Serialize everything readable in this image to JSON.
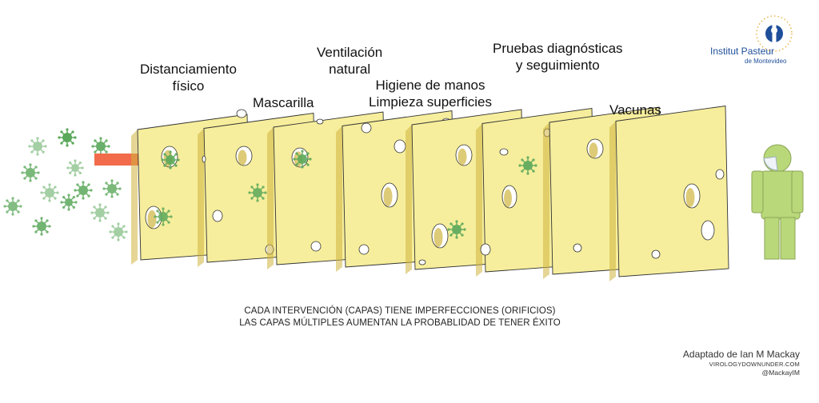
{
  "labels": {
    "distanciamiento": [
      "Distanciamiento",
      "físico"
    ],
    "mascarilla": "Mascarilla",
    "ventilacion": [
      "Ventilación",
      "natural"
    ],
    "higiene": [
      "Higiene de manos",
      "Limpieza superficies"
    ],
    "pruebas": [
      "Pruebas diagnósticas",
      "y seguimiento"
    ],
    "vacunas": "Vacunas"
  },
  "caption": {
    "line1": "CADA INTERVENCIÓN (CAPAS) TIENE IMPERFECCIONES (ORIFICIOS)",
    "line2": "LAS CAPAS MÚLTIPLES AUMENTAN LA PROBABLIDAD DE TENER ÉXITO"
  },
  "credit": {
    "adapted": "Adaptado de Ian M Mackay",
    "site": "VIROLOGYDOWNUNDER.COM",
    "handle": "@MackayIM"
  },
  "logo": {
    "name": "Institut Pasteur",
    "sub": "de Montevideo"
  },
  "colors": {
    "cheese": "#f6ee9c",
    "cheese_edge": "#e7dc78",
    "hole_dark": "#cfb53e",
    "virus": "#5aa85a",
    "arrow": "#f26b4a",
    "person": "#b9d87a",
    "logo": "#1f4f9a"
  }
}
